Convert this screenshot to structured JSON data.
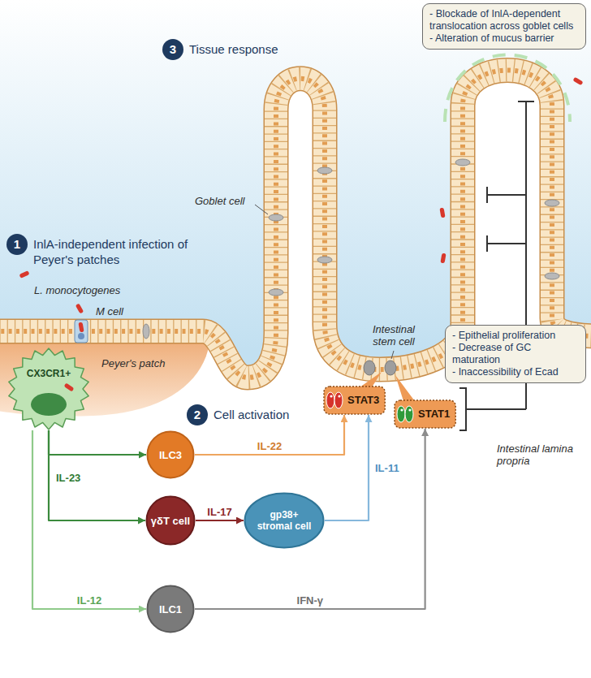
{
  "diagram": {
    "nodes": [
      {
        "text": [
          "1",
          "InlA-independent infection of Peyer's patches"
        ]
      },
      {
        "text": [
          "2",
          "Cell activation"
        ]
      },
      {
        "text": [
          "3",
          "Tissue response"
        ]
      },
      {
        "text": [
          "- Blockade of InlA-dependent translocation across goblet cells",
          "- Alteration of mucus barrier"
        ]
      },
      {
        "text": [
          "- Epithelial proliferation",
          "- Decrease of GC maturation",
          "- Inaccessibility of Ecad"
        ]
      },
      {
        "text": [
          "CX3CR1+"
        ]
      },
      {
        "text": [
          "ILC3"
        ]
      },
      {
        "text": [
          "γδT cell"
        ]
      },
      {
        "text": [
          "gp38+ stromal cell"
        ]
      },
      {
        "text": [
          "ILC1"
        ]
      },
      {
        "text": [
          "STAT3"
        ]
      },
      {
        "text": [
          "STAT1"
        ]
      }
    ],
    "edges": [
      {
        "from": 5,
        "to": 6,
        "label": "IL-23",
        "arrow": "to"
      },
      {
        "from": 5,
        "to": 7,
        "arrow": "to"
      },
      {
        "from": 6,
        "to": 10,
        "label": "IL-22",
        "arrow": "to"
      },
      {
        "from": 7,
        "to": 8,
        "label": "IL-17",
        "arrow": "to"
      },
      {
        "from": 8,
        "to": 10,
        "label": "IL-11",
        "arrow": "to"
      },
      {
        "from": 5,
        "to": 9,
        "label": "IL-12",
        "arrow": "to"
      },
      {
        "from": 9,
        "to": 11,
        "label": "IFN-γ",
        "arrow": "to"
      }
    ],
    "labels": [
      "Goblet cell",
      "L. monocytogenes",
      "M cell",
      "Peyer's patch",
      "Intestinal stem cell",
      "Intestinal lamina propria"
    ]
  }
}
